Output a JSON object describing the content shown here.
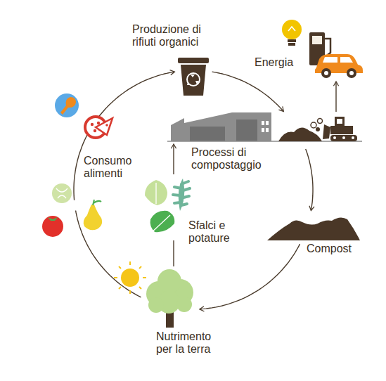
{
  "diagram": {
    "nodes": [
      {
        "text": [
          "Produzione di rifiuti organici"
        ]
      },
      {
        "text": [
          "Energia"
        ]
      },
      {
        "text": [
          "Processi di compostaggio"
        ]
      },
      {
        "text": [
          "Consumo alimenti"
        ]
      },
      {
        "text": [
          "Sfalci e potature"
        ]
      },
      {
        "text": [
          "Compost"
        ]
      },
      {
        "text": [
          "Nutrimento per la terra"
        ]
      }
    ],
    "edges": [
      {
        "from": 0,
        "to": 2,
        "arrow": "to"
      },
      {
        "from": 2,
        "to": 1,
        "arrow": "to"
      },
      {
        "from": 2,
        "to": 5,
        "arrow": "to"
      },
      {
        "from": 5,
        "to": 6,
        "arrow": "to"
      },
      {
        "from": 6,
        "to": 4,
        "arrow": "none"
      },
      {
        "from": 4,
        "to": 2,
        "arrow": "to"
      },
      {
        "from": 6,
        "to": 3,
        "arrow": "none"
      },
      {
        "from": 3,
        "to": 0,
        "arrow": "to"
      }
    ]
  }
}
